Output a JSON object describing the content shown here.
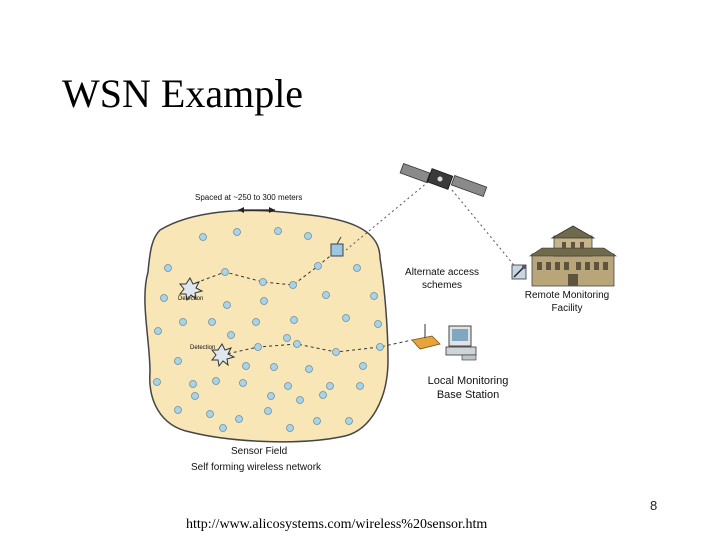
{
  "slide": {
    "title": "WSN Example",
    "page_number": "8",
    "source_url": "http://www.alicosystems.com/wireless%20sensor.htm"
  },
  "diagram": {
    "spacing_label": "Spaced at ~250 to 300 meters",
    "detection_labels": [
      "Detection",
      "Detection"
    ],
    "alternate_access_label": [
      "Alternate access",
      "schemes"
    ],
    "remote_facility_label": [
      "Remote Monitoring",
      "Facility"
    ],
    "local_station_label": [
      "Local Monitoring",
      "Base Station"
    ],
    "sensor_field_label": "Sensor Field",
    "network_label": "Self forming wireless network"
  },
  "colors": {
    "field_fill": "#f8e6b6",
    "sensor_node": "#a9d4e8",
    "building": "#b9a57a",
    "roof": "#6f6a4b",
    "base_station": "#e8a33a"
  }
}
